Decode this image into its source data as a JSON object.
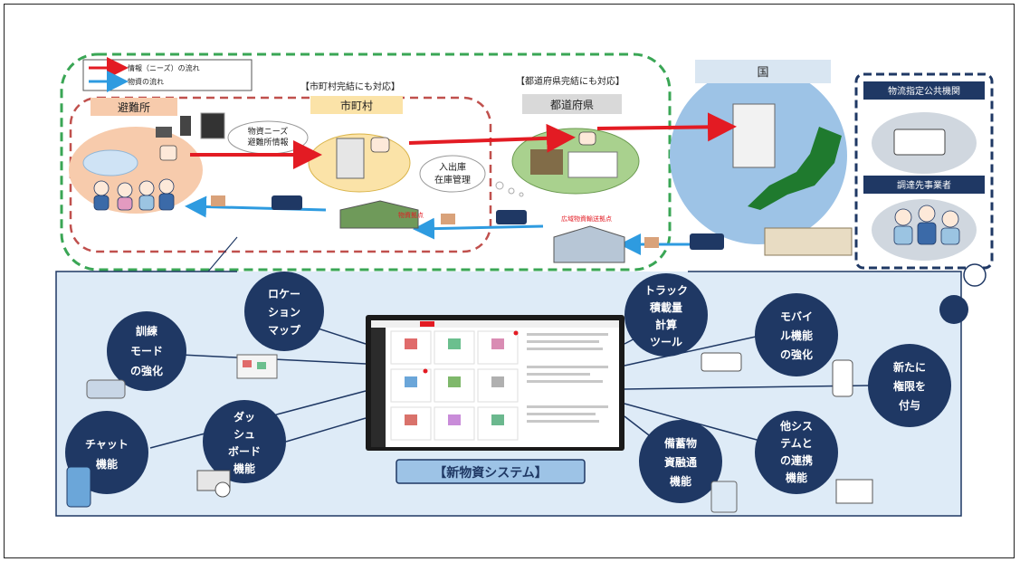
{
  "legend": {
    "info_flow": "情報（ニーズ）の流れ",
    "goods_flow": "物資の流れ"
  },
  "municipal_note": "【市町村完結にも対応】",
  "prefecture_note": "【都道府県完結にも対応】",
  "shelter": "避難所",
  "municipality": "市町村",
  "prefecture": "都道府県",
  "nation": "国",
  "shelter_bubble": [
    "物資ニーズ",
    "避難所情報"
  ],
  "inventory_bubble": [
    "入出庫",
    "在庫管理"
  ],
  "municipal_warehouse": "物資拠点",
  "wide_area_warehouse": "広域物資輸送拠点",
  "public_agency": "物流指定公共機関",
  "procurement": "調達先事業者",
  "system_label": "【新物資システム】",
  "features": {
    "training": [
      "訓練",
      "モード",
      "の強化"
    ],
    "location": [
      "ロケー",
      "ション",
      "マップ"
    ],
    "truck": [
      "トラック",
      "積載量",
      "計算",
      "ツール"
    ],
    "mobile": [
      "モバイ",
      "ル機能",
      "の強化"
    ],
    "permission": [
      "新たに",
      "権限を",
      "付与"
    ],
    "chat": [
      "チャット",
      "機能"
    ],
    "dashboard": [
      "ダッ",
      "シュ",
      "ボード",
      "機能"
    ],
    "stockpile": [
      "備蓄物",
      "資融通",
      "機能"
    ],
    "integration": [
      "他シス",
      "テムと",
      "の連携",
      "機能"
    ]
  },
  "colors": {
    "navy": "#1f3864",
    "info_arrow": "#e31b23",
    "goods_arrow": "#2e9be0",
    "shelter_fill": "#f7cbac",
    "municipal_label": "#fbe3a8",
    "green_fill": "#a9d18e",
    "globe": "#9dc3e6",
    "panel": "#deebf7",
    "system_label_bg": "#9dc3e6"
  }
}
